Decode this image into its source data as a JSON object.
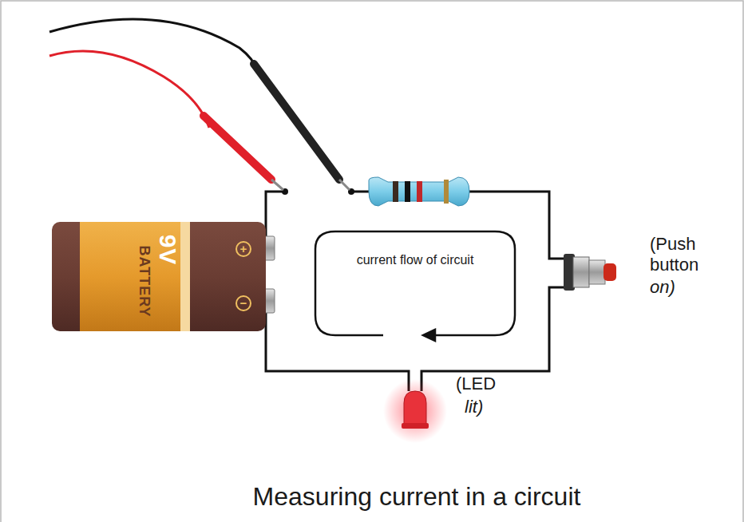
{
  "diagram": {
    "caption": "Measuring current in a circuit",
    "nodes": [
      {
        "text": [
          "9V",
          "BATTERY"
        ]
      }
    ],
    "labels": [
      "+",
      "−",
      "current flow of circuit",
      "(Push button",
      "on)",
      "(LED",
      "lit)"
    ]
  }
}
